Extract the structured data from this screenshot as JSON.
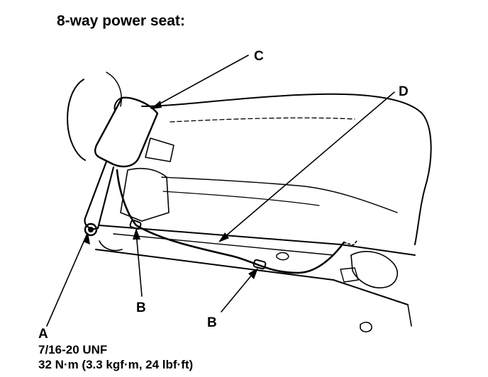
{
  "title": "8-way power seat:",
  "callouts": {
    "a": "A",
    "b1": "B",
    "b2": "B",
    "c": "C",
    "d": "D"
  },
  "spec": {
    "thread": "7/16-20 UNF",
    "torque": "32 N·m (3.3 kgf·m, 24 lbf·ft)"
  }
}
